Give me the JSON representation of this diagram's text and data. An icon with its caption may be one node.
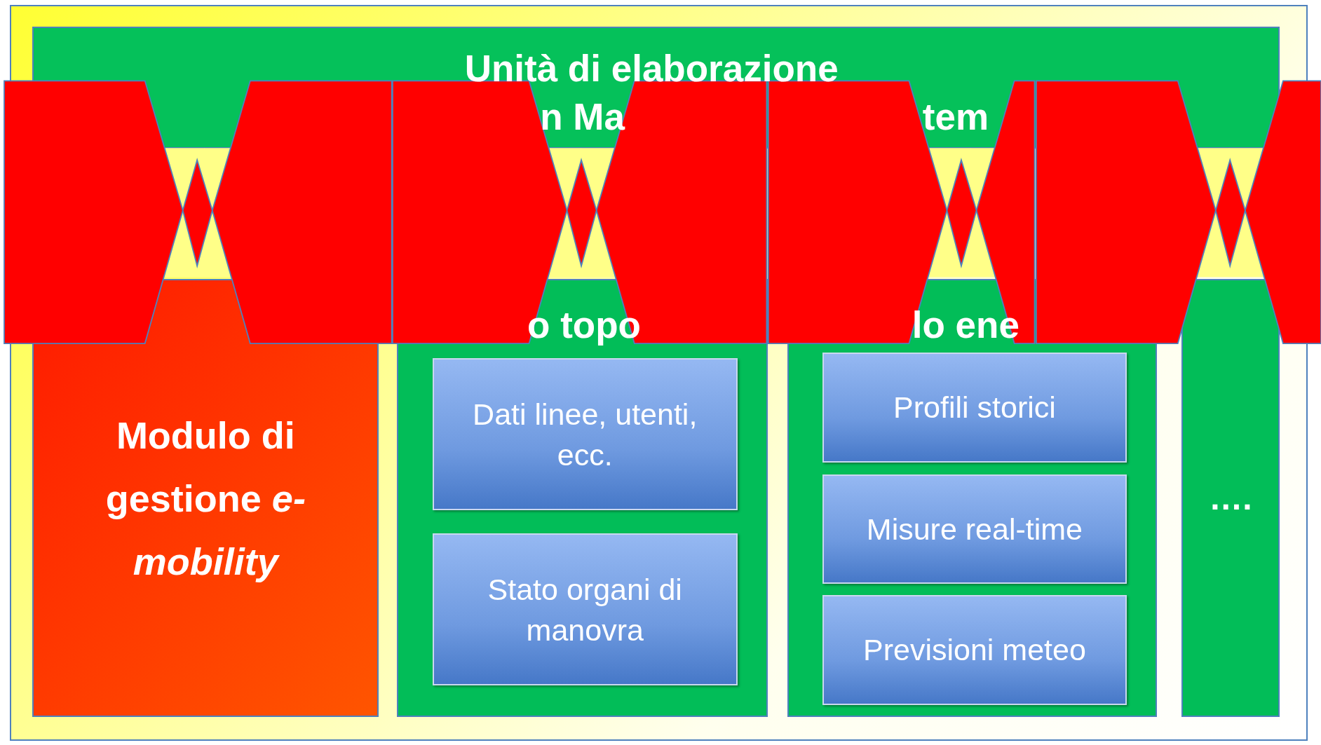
{
  "diagram": {
    "nodes": [
      {
        "text": [],
        "shape": "box"
      },
      {
        "text": [
          "Unità di elaborazione",
          "n Ma",
          "tem"
        ],
        "in": 0
      },
      {
        "text": [
          "Modulo di gestione *e-mobility*"
        ],
        "in": 0
      },
      {
        "text": [
          "o topo"
        ],
        "in": 0
      },
      {
        "text": [
          "Dati linee, utenti, ecc."
        ],
        "in": 3
      },
      {
        "text": [
          "Stato organi di manovra"
        ],
        "in": 3
      },
      {
        "text": [
          "lo ene"
        ],
        "in": 0
      },
      {
        "text": [
          "Profili storici"
        ],
        "in": 6
      },
      {
        "text": [
          "Misure real-time"
        ],
        "in": 6
      },
      {
        "text": [
          "Previsioni meteo"
        ],
        "in": 6
      },
      {
        "text": [
          "…."
        ],
        "in": 0
      }
    ],
    "edges": [
      {
        "from": 1,
        "to": 2,
        "arrow": "both"
      },
      {
        "from": 1,
        "to": 3,
        "arrow": "both"
      },
      {
        "from": 1,
        "to": 6,
        "arrow": "both"
      },
      {
        "from": 1,
        "to": 10,
        "arrow": "both"
      }
    ]
  }
}
